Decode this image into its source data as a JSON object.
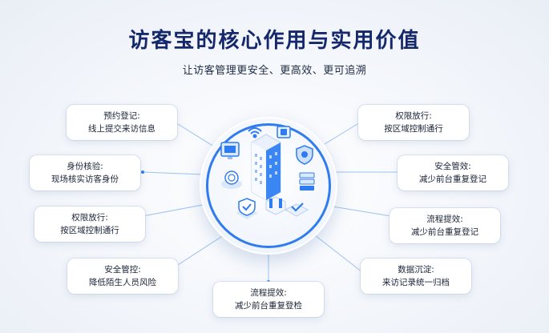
{
  "title": "访客宝的核心作用与实用价值",
  "subtitle": "让访客管理更安全、更高效、更可追溯",
  "colors": {
    "accent": "#2f7cf0",
    "title": "#15286b",
    "line": "#9cc2f2"
  },
  "cards": [
    {
      "id": "left-1",
      "line1": "预约登记:",
      "line2": "线上提交来访信息"
    },
    {
      "id": "left-2",
      "line1": "身份核验:",
      "line2": "现场核实访客身份"
    },
    {
      "id": "left-3",
      "line1": "权限放行:",
      "line2": "按区域控制通行"
    },
    {
      "id": "left-4",
      "line1": "安全管控:",
      "line2": "降低陌生人员风险"
    },
    {
      "id": "bottom",
      "line1": "流程提效:",
      "line2": "减少前台重复登检"
    },
    {
      "id": "right-1",
      "line1": "权限放行:",
      "line2": "按区域控制通行"
    },
    {
      "id": "right-2",
      "line1": "安全管效:",
      "line2": "减少前台重复登记"
    },
    {
      "id": "right-3",
      "line1": "流程提效:",
      "line2": "减少前台重复登记"
    },
    {
      "id": "right-4",
      "line1": "数据沉淀:",
      "line2": "来访记录统一归档"
    }
  ],
  "hub_icons": [
    "wifi-icon",
    "monitor-icon",
    "id-card-icon",
    "shield-icon",
    "building-icon",
    "fingerprint-icon",
    "shield-check-icon",
    "server-icon",
    "gate-icon"
  ]
}
